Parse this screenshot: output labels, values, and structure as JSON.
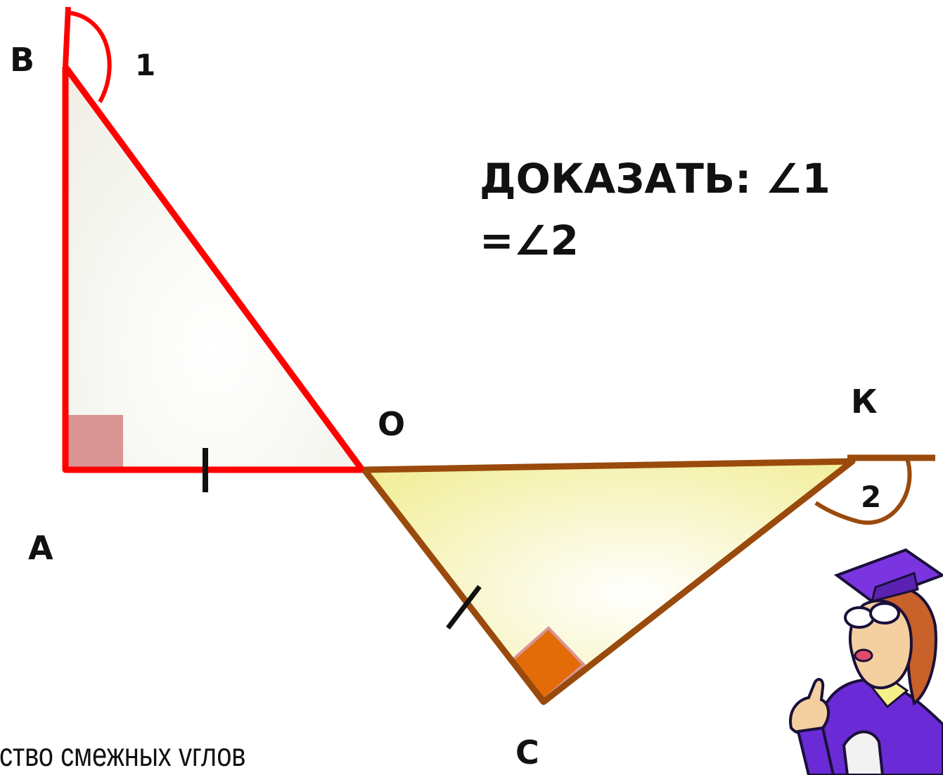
{
  "points": {
    "B": "В",
    "A": "А",
    "O": "О",
    "K": "К",
    "C": "С"
  },
  "angles": {
    "one": "1",
    "two": "2"
  },
  "task": {
    "line1": "ДОКАЗАТЬ: ∠1",
    "line2": "=∠2"
  },
  "caption": "йство смежных vглов",
  "colors": {
    "triangle1_stroke": "#ff0000",
    "triangle2_stroke": "#9a4a0c",
    "right_angle_1": "#d99594",
    "right_angle_2": "#e36c09"
  }
}
